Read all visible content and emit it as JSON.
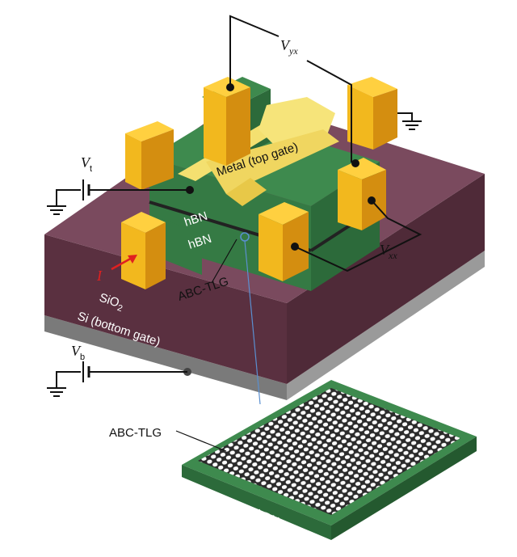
{
  "labels": {
    "metal_top_gate": "Metal (top gate)",
    "hbn_upper": "hBN",
    "hbn_lower": "hBN",
    "abc_tlg_device": "ABC-TLG",
    "sio2_main": "SiO",
    "sio2_sub": "2",
    "si_bottom_gate": "Si (bottom gate)",
    "abc_tlg_zoom": "ABC-TLG",
    "bottom_hbn": "Bottom hBN",
    "current": "I",
    "vt_main": "V",
    "vt_sub": "t",
    "vb_main": "V",
    "vb_sub": "b",
    "vyx_main": "V",
    "vyx_sub": "yx",
    "vxx_main": "V",
    "vxx_sub": "xx"
  },
  "colors": {
    "sio2_top": "#7a4a5e",
    "sio2_side": "#5a3040",
    "si_side": "#8c8c8c",
    "hbn_green": "#3e8a4e",
    "hbn_dark": "#2c6a3a",
    "contact_gold": "#f2b81e",
    "contact_dark": "#d48e10",
    "gate_yellow": "#f4e070",
    "current_arrow": "#e02020",
    "probe_line": "#5a8fd0"
  }
}
